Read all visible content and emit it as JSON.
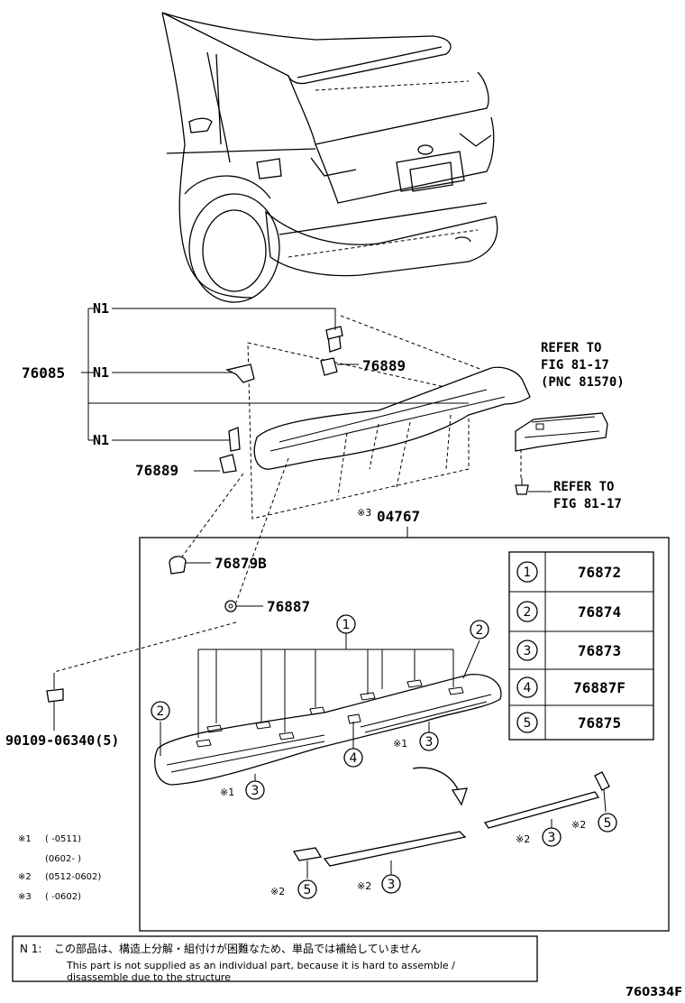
{
  "labels": {
    "n1_a": "N1",
    "n1_b": "N1",
    "n1_c": "N1",
    "pn_76085": "76085",
    "pn_76889_top": "76889",
    "pn_76889_left": "76889",
    "refer1_l1": "REFER TO",
    "refer1_l2": "FIG 81-17",
    "refer1_l3": "(PNC 81570)",
    "refer2_l1": "REFER TO",
    "refer2_l2": "FIG 81-17",
    "mark3": "※3",
    "pn_04767": "04767",
    "pn_76879b": "76879B",
    "pn_76887": "76887",
    "pn_90109": "90109-06340(5)",
    "x1_a": "※1",
    "x1_b": "※1",
    "x2_a": "※2",
    "x2_b": "※2",
    "x2_c": "※2",
    "x2_d": "※2"
  },
  "callouts": {
    "c1": "1",
    "c2a": "2",
    "c2b": "2",
    "c3a": "3",
    "c3b": "3",
    "c3c": "3",
    "c3d": "3",
    "c4": "4",
    "c5a": "5",
    "c5b": "5"
  },
  "table": [
    {
      "num": "1",
      "part": "76872"
    },
    {
      "num": "2",
      "part": "76874"
    },
    {
      "num": "3",
      "part": "76873"
    },
    {
      "num": "4",
      "part": "76887F"
    },
    {
      "num": "5",
      "part": "76875"
    }
  ],
  "legend": [
    {
      "mark": "※1",
      "text": "(      -0511)"
    },
    {
      "mark": "",
      "text": "(0602-      )"
    },
    {
      "mark": "※2",
      "text": "(0512-0602)"
    },
    {
      "mark": "※3",
      "text": "(      -0602)"
    }
  ],
  "footnote": {
    "label": "N 1:",
    "jp": "この部品は、構造上分解・組付けが困難なため、単品では補給していません",
    "en_line1": "This part is not supplied as an individual part, because it is hard to assemble /",
    "en_line2": "disassemble due to the structure"
  },
  "figure_id": "760334F"
}
